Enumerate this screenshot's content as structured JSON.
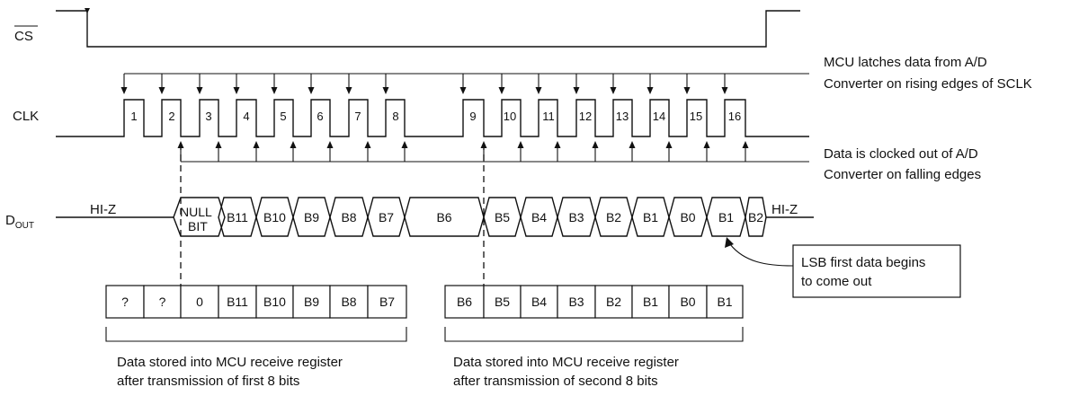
{
  "signals": {
    "cs": "CS",
    "clk": "CLK",
    "dout_main": "D",
    "dout_sub": "OUT"
  },
  "clock_pulses": [
    "1",
    "2",
    "3",
    "4",
    "5",
    "6",
    "7",
    "8",
    "9",
    "10",
    "11",
    "12",
    "13",
    "14",
    "15",
    "16"
  ],
  "notes": {
    "rising_line1": "MCU latches data from A/D",
    "rising_line2": "Converter on rising edges of SCLK",
    "falling_line1": "Data is clocked out of A/D",
    "falling_line2": "Converter on falling edges",
    "lsb_line1": "LSB first data begins",
    "lsb_line2": "to come out",
    "reg1_line1": "Data stored into MCU receive register",
    "reg1_line2": "after transmission of first 8 bits",
    "reg2_line1": "Data stored into MCU receive register",
    "reg2_line2": "after transmission of second 8 bits"
  },
  "dout": {
    "hiz_left": "HI-Z",
    "hiz_right": "HI-Z",
    "null_line1": "NULL",
    "null_line2": "BIT",
    "bits": [
      "B11",
      "B10",
      "B9",
      "B8",
      "B7",
      "B6",
      "B5",
      "B4",
      "B3",
      "B2",
      "B1",
      "B0",
      "B1",
      "B2"
    ]
  },
  "register1": [
    "?",
    "?",
    "0",
    "B11",
    "B10",
    "B9",
    "B8",
    "B7"
  ],
  "register2": [
    "B6",
    "B5",
    "B4",
    "B3",
    "B2",
    "B1",
    "B0",
    "B1"
  ]
}
